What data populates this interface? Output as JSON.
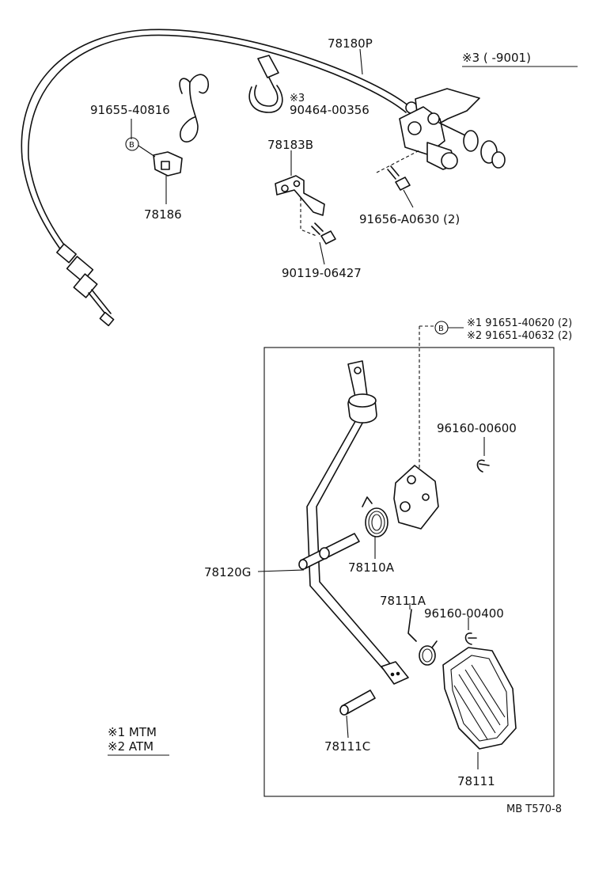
{
  "legend": {
    "note3": "※3 (      -9001)",
    "note1": "※1 MTM",
    "note2": "※2 ATM"
  },
  "labels": {
    "cable": "78180P",
    "clip_bolt": "91655-40816",
    "clamp_note": "※3",
    "clamp": "90464-00356",
    "bracket": "78183B",
    "holder": "78186",
    "bolt_a": "91656-A0630 (2)",
    "bolt_b": "90119-06427",
    "bolt_c1": "※1 91651-40620 (2)",
    "bolt_c2": "※2 91651-40632 (2)",
    "ring_a": "96160-00600",
    "lever": "78120G",
    "spring_a": "78110A",
    "spring_b": "78111A",
    "ring_b": "96160-00400",
    "pin": "78111C",
    "pad": "78111",
    "drawing_code": "MB T570-8",
    "marker_b": "B"
  }
}
